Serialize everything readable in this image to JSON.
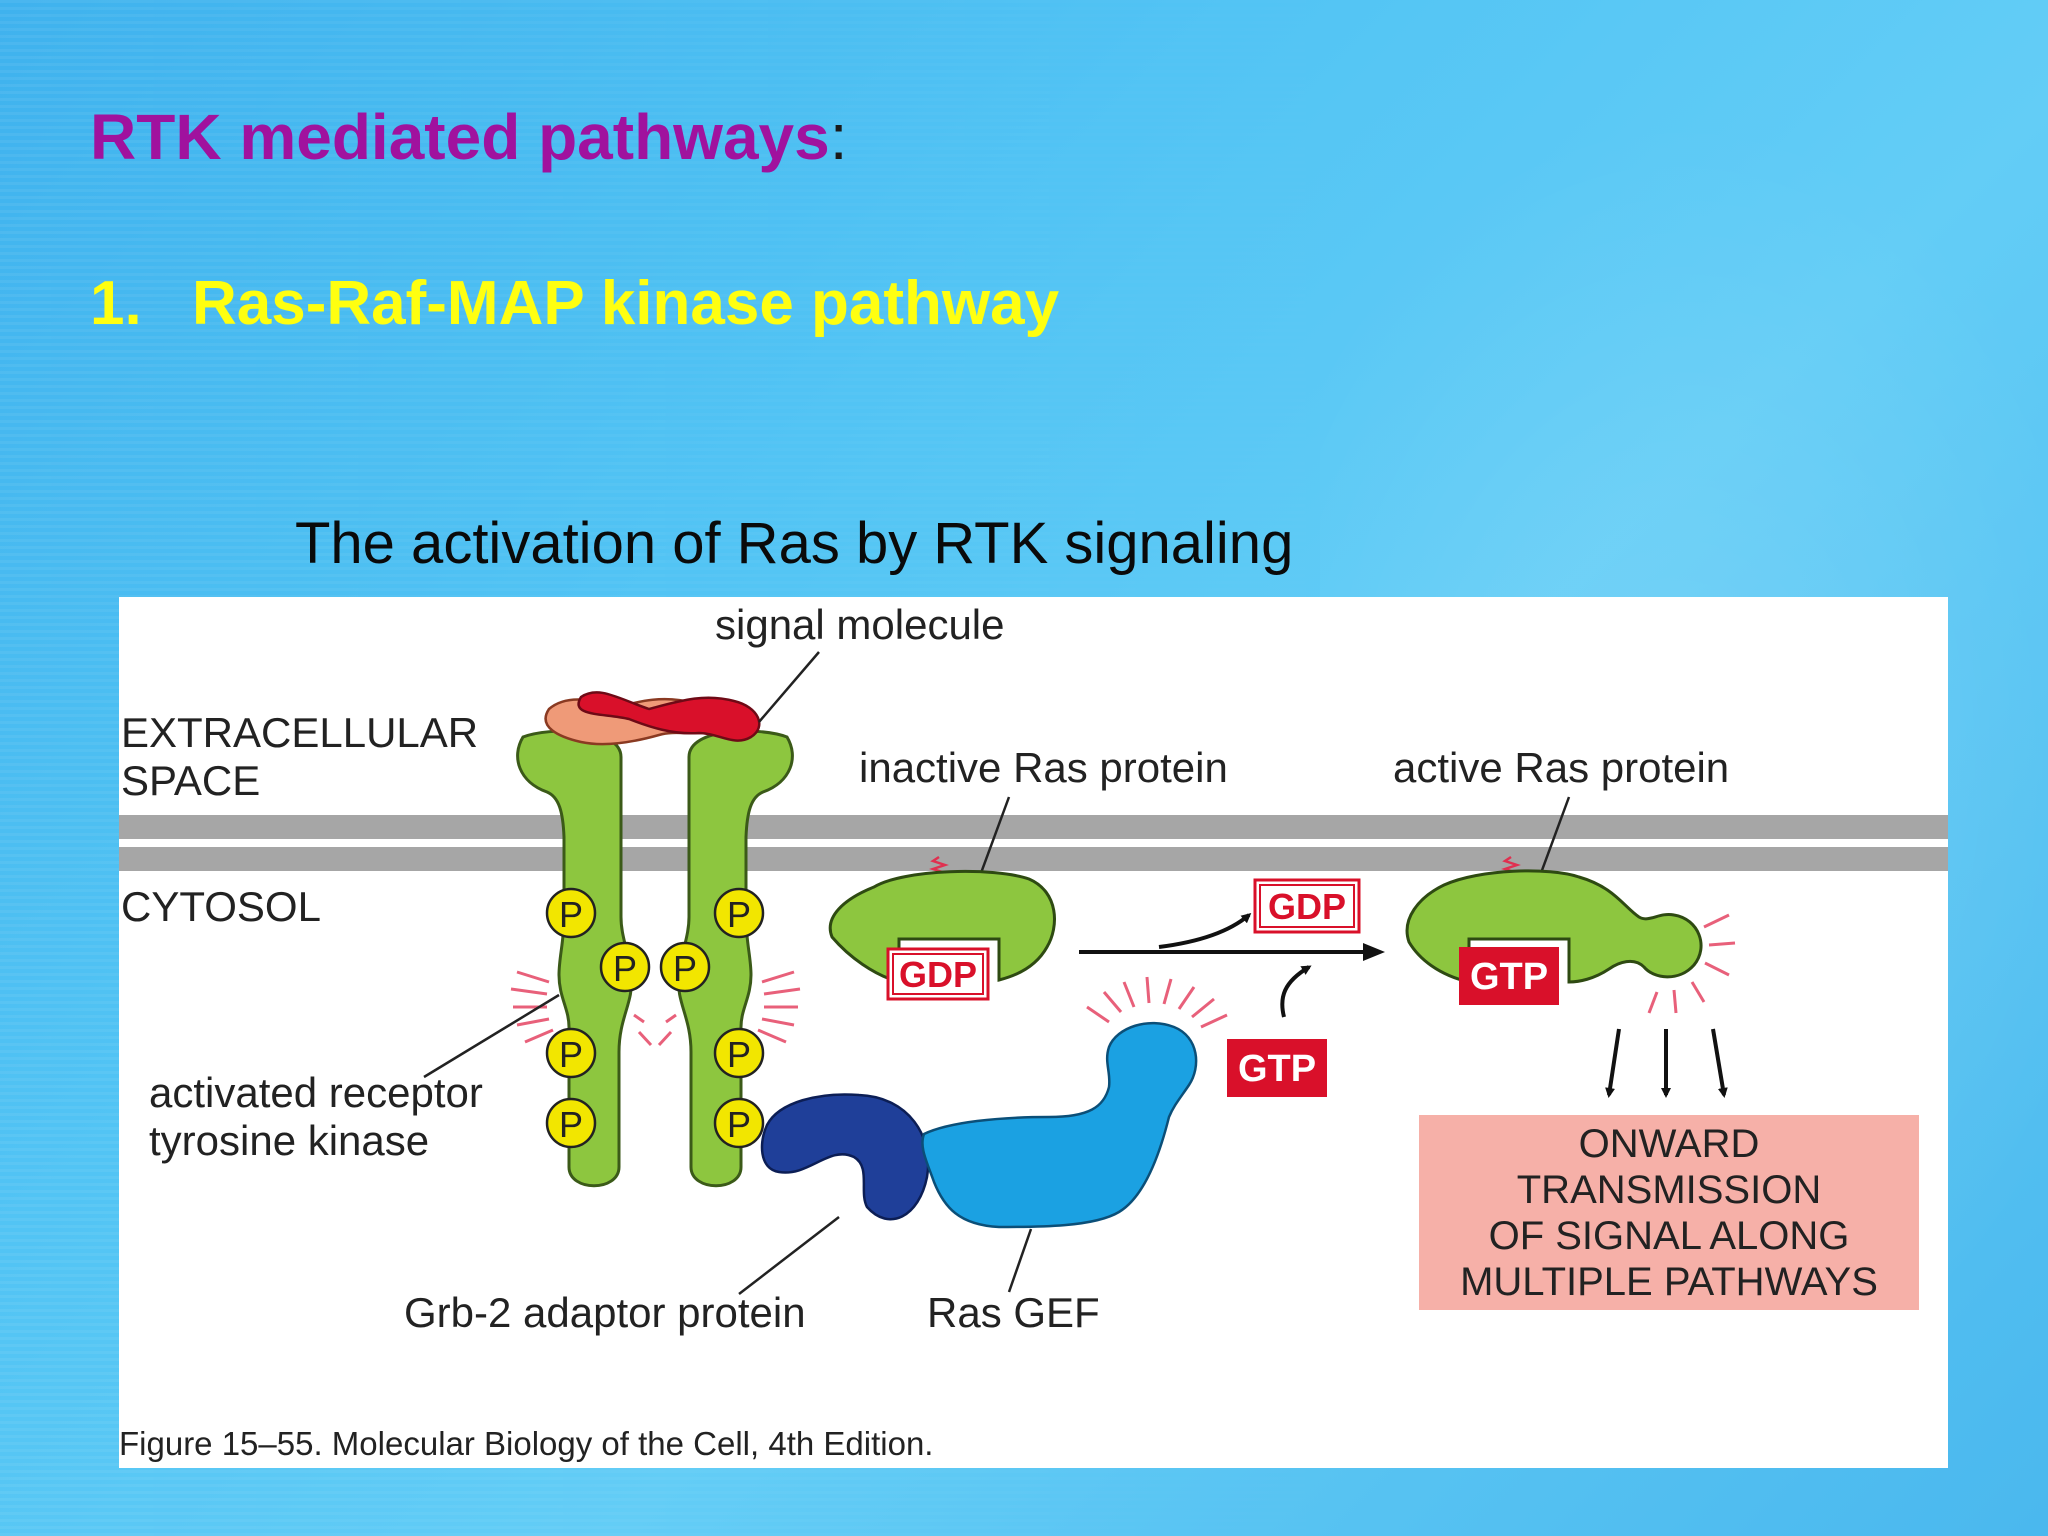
{
  "slide": {
    "title": "RTK mediated pathways",
    "title_colon": ":",
    "subtitle_number": "1.",
    "subtitle": "Ras-Raf-MAP kinase pathway",
    "caption": "The activation of Ras by RTK signaling"
  },
  "colors": {
    "title": "#a0129e",
    "subtitle": "#ffff10",
    "receptor_green": "#8dc63f",
    "phosphate_yellow": "#f2e600",
    "signal_red": "#d9102a",
    "grb2_blue": "#1f3f99",
    "ras_gef_blue": "#1ba1e2",
    "output_box": "#f6b0a8"
  },
  "figure": {
    "signal_molecule": "signal molecule",
    "extracellular_line1": "EXTRACELLULAR",
    "extracellular_line2": "SPACE",
    "cytosol": "CYTOSOL",
    "inactive_ras": "inactive Ras protein",
    "active_ras": "active Ras protein",
    "receptor_line1": "activated receptor",
    "receptor_line2": "tyrosine kinase",
    "grb2": "Grb-2 adaptor protein",
    "ras_gef": "Ras GEF",
    "gdp": "GDP",
    "gtp": "GTP",
    "phosphate": "P",
    "output_line1": "ONWARD",
    "output_line2": "TRANSMISSION",
    "output_line3": "OF SIGNAL ALONG",
    "output_line4": "MULTIPLE PATHWAYS",
    "credit": "Figure 15–55. Molecular Biology of the Cell, 4th Edition."
  }
}
